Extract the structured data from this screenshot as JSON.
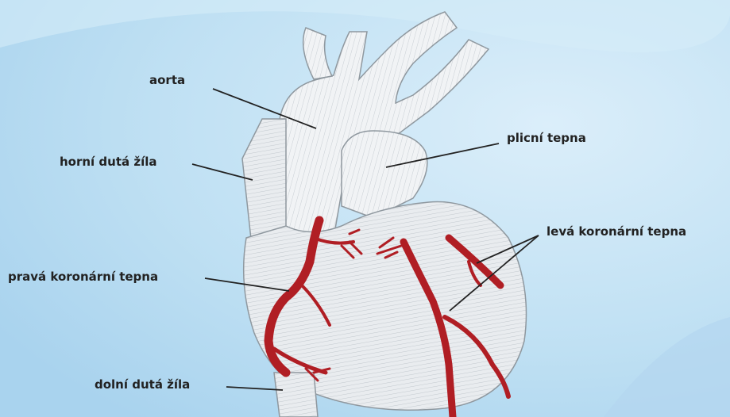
{
  "labels": {
    "aorta": "aorta",
    "pulmonary_artery": "plicní tepna",
    "superior_vena_cava": "horní dutá žíla",
    "left_coronary_artery": "levá koronární tepna",
    "right_coronary_artery": "pravá koronární tepna",
    "inferior_vena_cava": "dolní dutá žíla"
  },
  "colors": {
    "background": "#c8e4f5",
    "heart_tissue": "#eef0f2",
    "heart_outline": "#9aa3aa",
    "coronary_vessel": "#b01e24",
    "leader_line": "#222222"
  }
}
